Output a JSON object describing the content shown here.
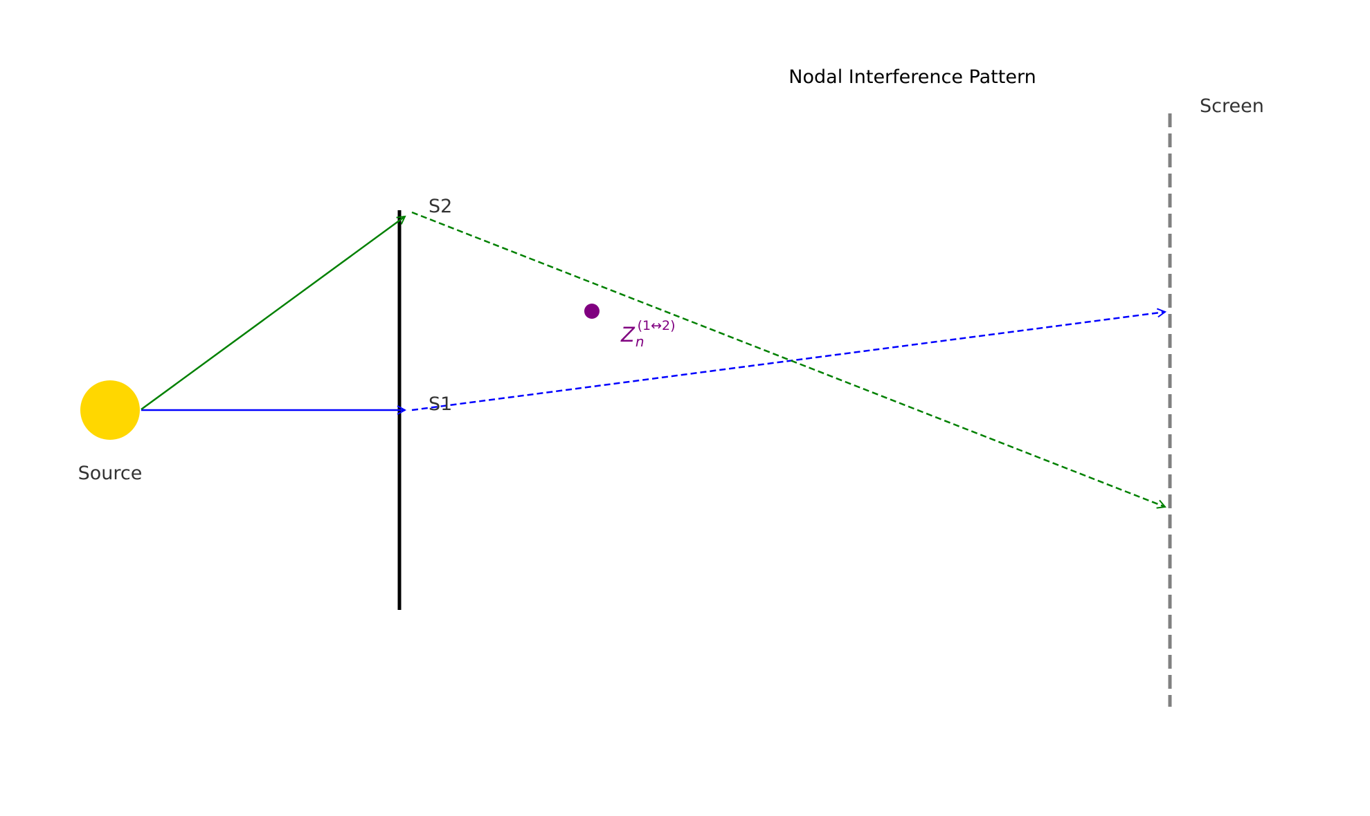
{
  "title": "Nodal Interference Pattern",
  "labels": {
    "source": "Source",
    "slit_top": "S2",
    "slit_bottom": "S1",
    "screen": "Screen",
    "node_symbol": "Z",
    "node_subscript": "n",
    "node_superscript": "(1↔2)"
  },
  "colors": {
    "source": "#FFD700",
    "barrier": "#000000",
    "screen": "#808080",
    "path_1": "#0000FF",
    "path_2": "#008000",
    "node": "#800080",
    "label_text": "#333333"
  }
}
